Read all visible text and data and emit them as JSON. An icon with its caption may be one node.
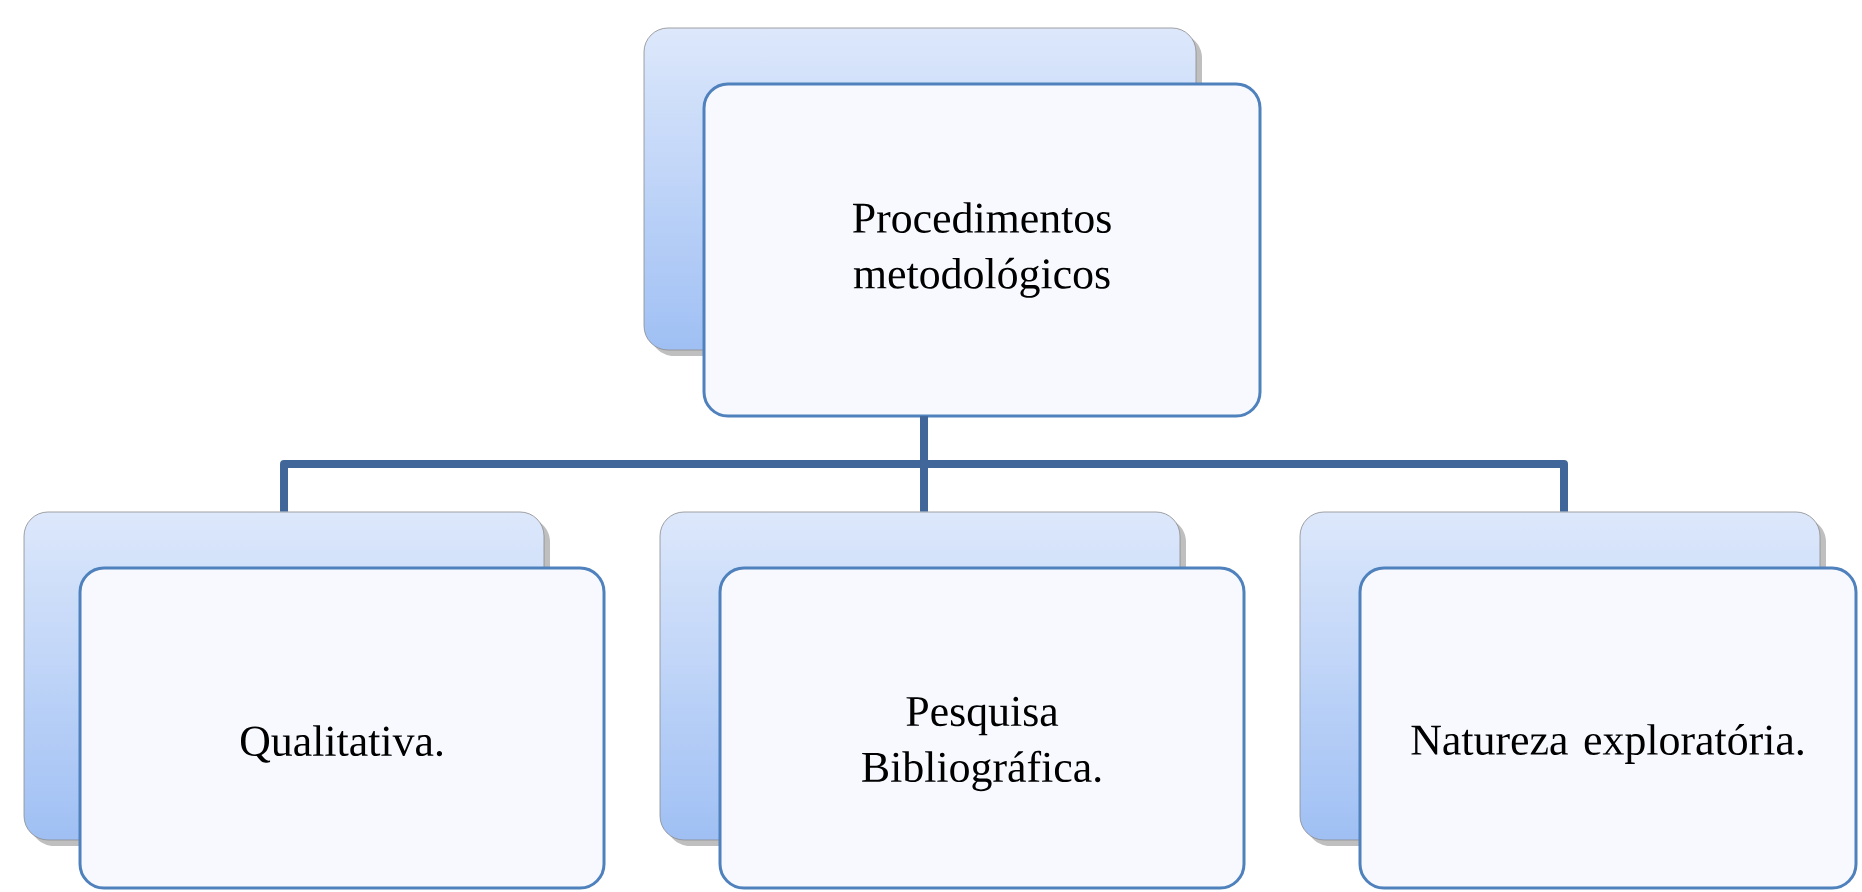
{
  "diagram": {
    "nodes": [
      {
        "text": [
          "Procedimentos metodológicos"
        ]
      },
      {
        "text": [
          "Qualitativa."
        ]
      },
      {
        "text": [
          "Pesquisa Bibliográfica."
        ]
      },
      {
        "text": [
          "Natureza exploratória."
        ]
      }
    ],
    "edges": [
      {
        "from": 0,
        "to": 1,
        "arrow": "none"
      },
      {
        "from": 0,
        "to": 2,
        "arrow": "none"
      },
      {
        "from": 0,
        "to": 3,
        "arrow": "none"
      }
    ]
  }
}
